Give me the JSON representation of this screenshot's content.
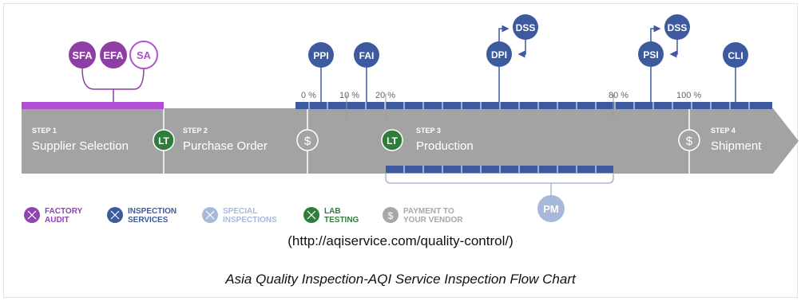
{
  "nodes": {
    "sfa": "SFA",
    "efa": "EFA",
    "sa": "SA",
    "ppi": "PPI",
    "fai": "FAI",
    "dpi": "DPI",
    "dss1": "DSS",
    "psi": "PSI",
    "dss2": "DSS",
    "cli": "CLI",
    "pm": "PM"
  },
  "ticks": {
    "t0": "0 %",
    "t10": "10 %",
    "t20": "20 %",
    "t80": "80 %",
    "t100": "100 %"
  },
  "steps": [
    {
      "num": "STEP 1",
      "title": "Supplier Selection"
    },
    {
      "num": "STEP 2",
      "title": "Purchase Order"
    },
    {
      "num": "STEP 3",
      "title": "Production"
    },
    {
      "num": "STEP 4",
      "title": "Shipment"
    }
  ],
  "markers": {
    "lt": "LT",
    "payment": "$"
  },
  "legend": [
    {
      "line1": "FACTORY",
      "line2": "AUDIT",
      "color": "#8e44b0"
    },
    {
      "line1": "INSPECTION",
      "line2": "SERVICES",
      "color": "#3d5a9e"
    },
    {
      "line1": "SPECIAL",
      "line2": "INSPECTIONS",
      "color": "#a8b8d8"
    },
    {
      "line1": "LAB",
      "line2": "TESTING",
      "color": "#2e7d3a"
    },
    {
      "line1": "PAYMENT TO",
      "line2": "YOUR VENDOR",
      "color": "#a7a7a7"
    }
  ],
  "source_url": "(http://aqiservice.com/quality-control/)",
  "caption": "Asia Quality Inspection-AQI Service Inspection Flow Chart",
  "colors": {
    "purple": "#8e3fa3",
    "purple_bar": "#b14fd6",
    "blue": "#3d5a9e",
    "light_blue": "#a8b8d8",
    "green": "#2e7d3a",
    "gray_band": "#a3a3a3"
  }
}
